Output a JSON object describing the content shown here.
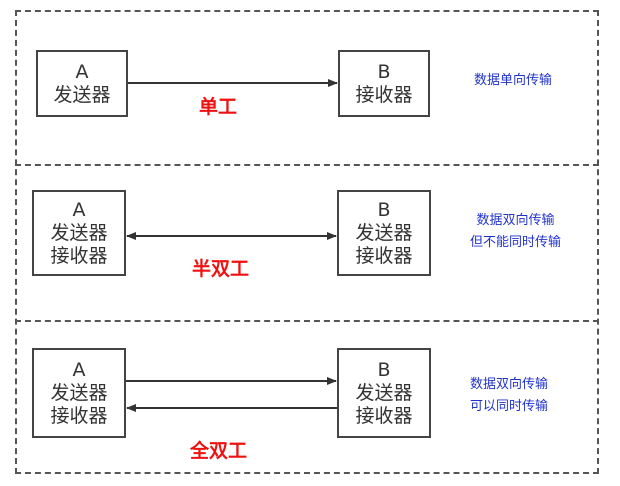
{
  "colors": {
    "border": "#555555",
    "box_border": "#444444",
    "mode_label": "#ee1111",
    "note_text": "#2233cc"
  },
  "panels": [
    {
      "mode": "单工",
      "left_box": [
        "A",
        "发送器"
      ],
      "right_box": [
        "B",
        "接收器"
      ],
      "note": [
        "数据单向传输"
      ]
    },
    {
      "mode": "半双工",
      "left_box": [
        "A",
        "发送器",
        "接收器"
      ],
      "right_box": [
        "B",
        "发送器",
        "接收器"
      ],
      "note": [
        "数据双向传输",
        "但不能同时传输"
      ]
    },
    {
      "mode": "全双工",
      "left_box": [
        "A",
        "发送器",
        "接收器"
      ],
      "right_box": [
        "B",
        "发送器",
        "接收器"
      ],
      "note": [
        "数据双向传输",
        "可以同时传输"
      ]
    }
  ]
}
